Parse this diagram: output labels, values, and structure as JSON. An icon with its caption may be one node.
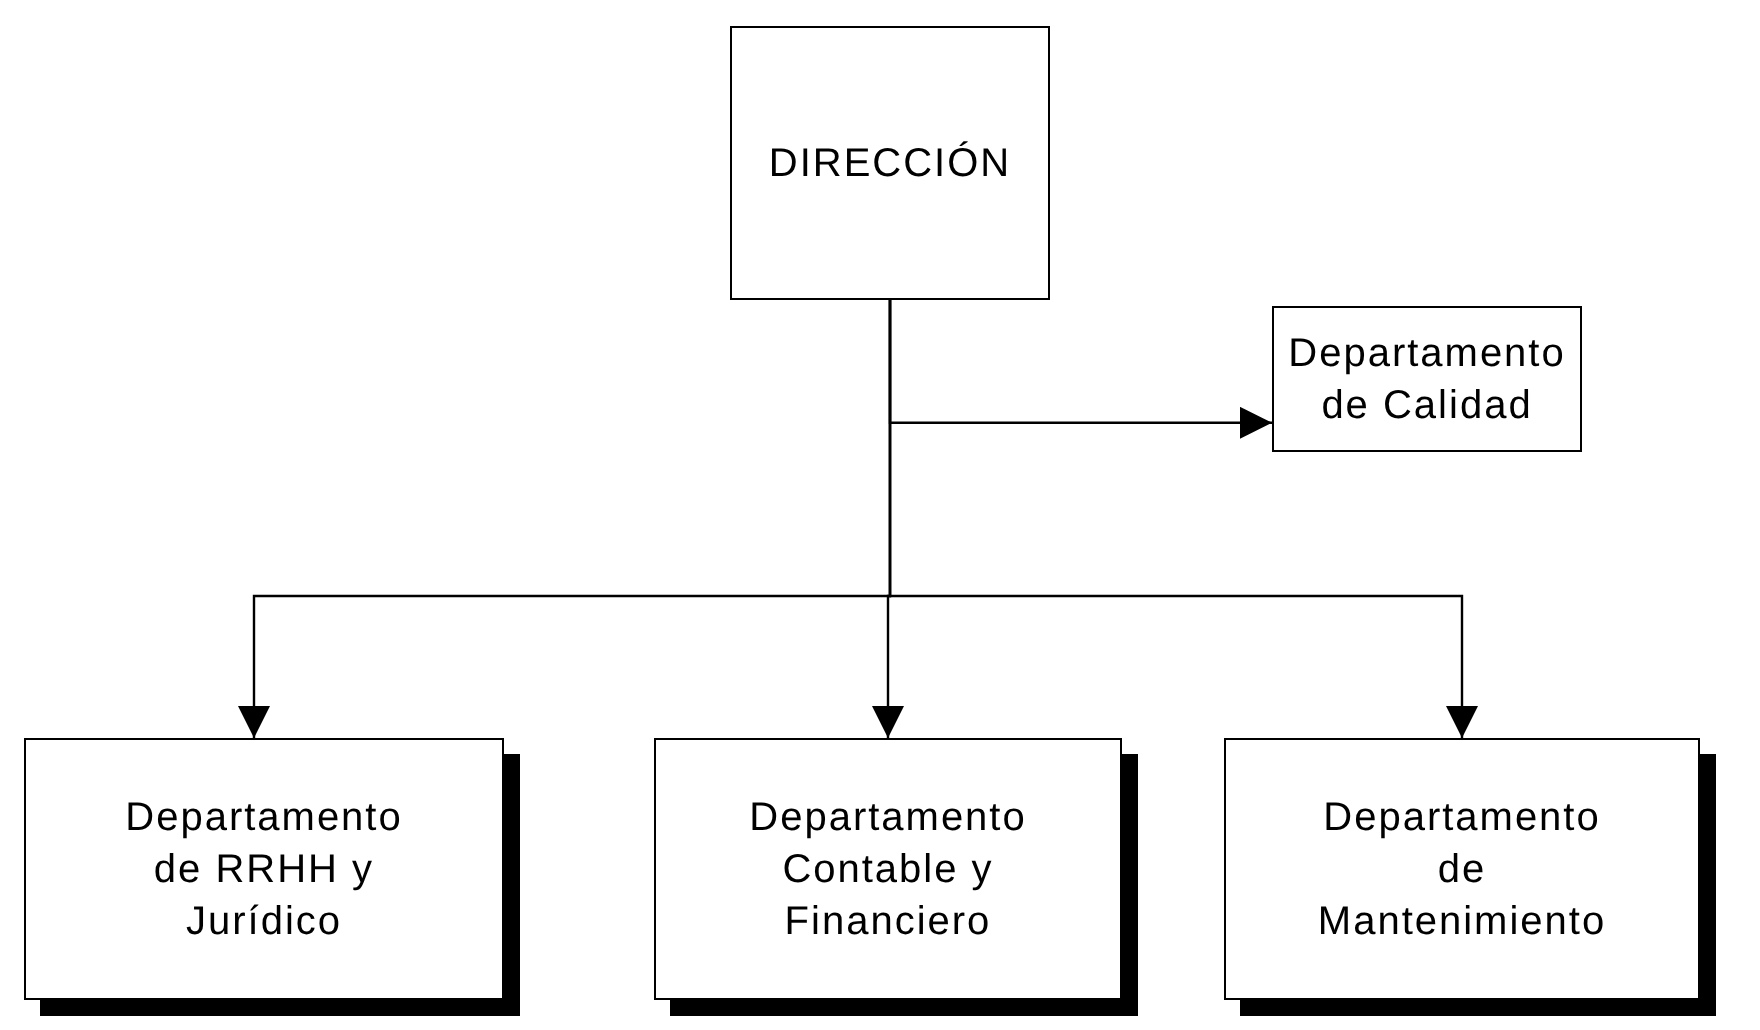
{
  "diagram": {
    "nodes": [
      {
        "text": [
          "DIRECCIÓN"
        ]
      },
      {
        "text": [
          "Departamento de Calidad"
        ]
      },
      {
        "text": [
          "Departamento de RRHH y Jurídico"
        ]
      },
      {
        "text": [
          "Departamento Contable y Financiero"
        ]
      },
      {
        "text": [
          "Departamento de Mantenimiento"
        ]
      }
    ],
    "edges": [
      {
        "from": 0,
        "to": 1,
        "arrow": "to"
      },
      {
        "from": 0,
        "to": 2,
        "arrow": "to"
      },
      {
        "from": 0,
        "to": 3,
        "arrow": "to"
      },
      {
        "from": 0,
        "to": 4,
        "arrow": "to"
      }
    ]
  }
}
